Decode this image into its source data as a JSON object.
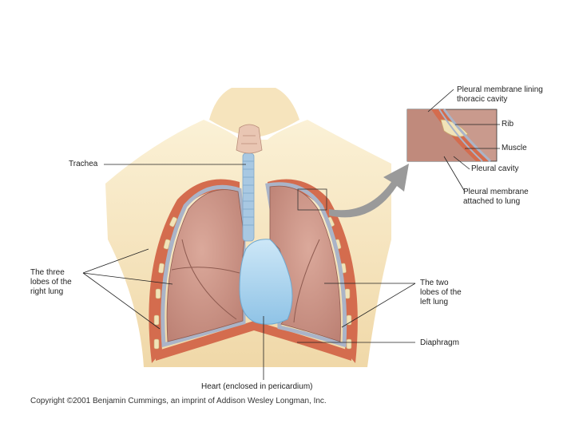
{
  "labels": {
    "trachea": "Trachea",
    "right_lobes": [
      "The three",
      "lobes of the",
      "right lung"
    ],
    "left_lobes": [
      "The two",
      "lobes of the",
      "left lung"
    ],
    "diaphragm": "Diaphragm",
    "heart": "Heart (enclosed in pericardium)",
    "inset_pleural_lining": [
      "Pleural membrane lining",
      "thoracic cavity"
    ],
    "inset_rib": "Rib",
    "inset_muscle": "Muscle",
    "inset_pleural_cavity": "Pleural cavity",
    "inset_pleural_attached": [
      "Pleural membrane",
      "attached to lung"
    ]
  },
  "copyright": "Copyright ©2001 Benjamin Cummings, an imprint of Addison Wesley Longman, Inc.",
  "colors": {
    "skin": "#f3dfb4",
    "lung": "#cf9a8c",
    "lung_shade": "#b97c70",
    "pleura": "#aab4c8",
    "heart": "#a9d3ee",
    "trachea": "#a8c8e2",
    "muscle": "#d46c4e",
    "rib": "#f1e3b8",
    "arrow": "#9a9a9a"
  }
}
